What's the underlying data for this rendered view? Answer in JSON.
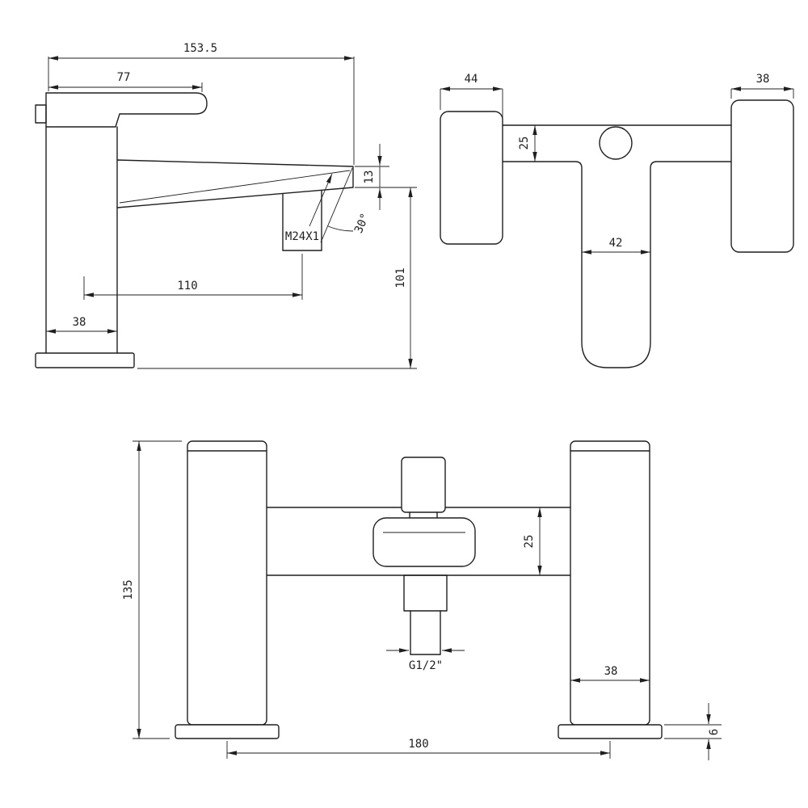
{
  "background": "#ffffff",
  "ink": "#1f1f1f",
  "side_view": {
    "dim_overall_length": "153.5",
    "dim_handle_length": "77",
    "dim_spout_tip_height": "13",
    "dim_spout_to_base": "101",
    "dim_spout_reach": "110",
    "dim_body_depth": "38",
    "thread_callout": "M24X1",
    "angle_callout": "30°"
  },
  "top_view": {
    "dim_left_handle_depth": "44",
    "dim_right_handle_depth": "38",
    "dim_bar_depth": "25",
    "dim_spout_channel_width": "42"
  },
  "front_view": {
    "dim_total_height": "135",
    "dim_bar_height": "25",
    "hose_thread_callout": "G1/2\"",
    "dim_pillar_width": "38",
    "dim_base_plate_height": "6",
    "dim_pillar_centres": "180"
  }
}
